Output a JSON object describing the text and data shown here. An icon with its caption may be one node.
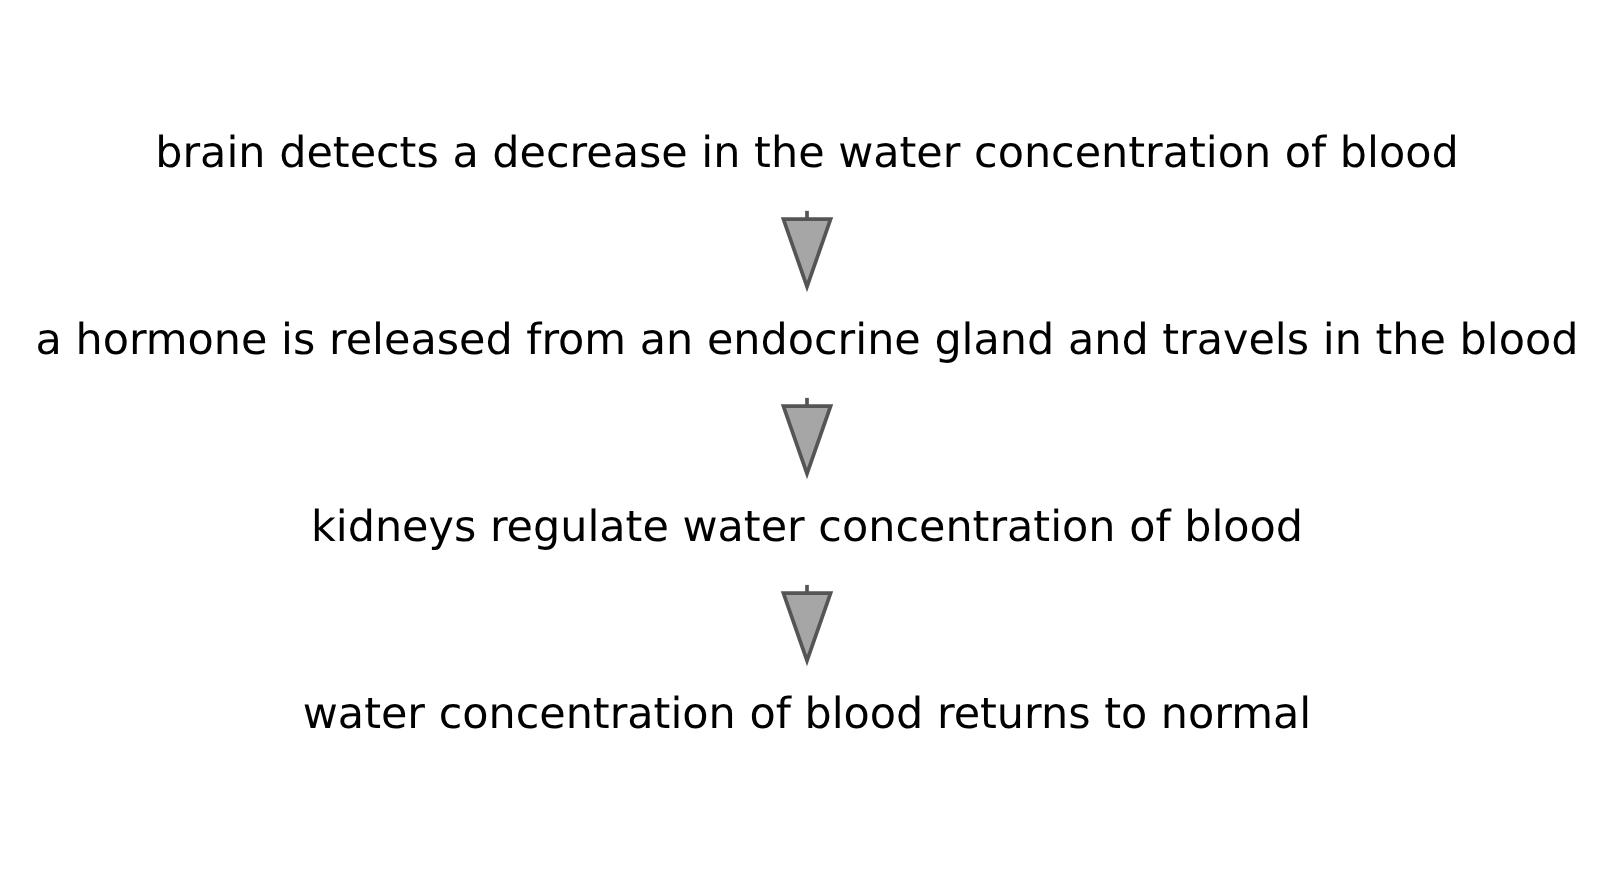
{
  "diagram": {
    "nodes": [
      {
        "text": [
          "brain detects a decrease in the water concentration of blood"
        ]
      },
      {
        "text": [
          "a hormone is released from an endocrine gland and travels in the blood"
        ]
      },
      {
        "text": [
          "kidneys regulate water concentration of blood"
        ]
      },
      {
        "text": [
          "water concentration of blood returns to normal"
        ]
      }
    ],
    "edges": [
      {
        "from": 0,
        "to": 1,
        "arrow": "to"
      },
      {
        "from": 1,
        "to": 2,
        "arrow": "to"
      },
      {
        "from": 2,
        "to": 3,
        "arrow": "to"
      }
    ]
  }
}
